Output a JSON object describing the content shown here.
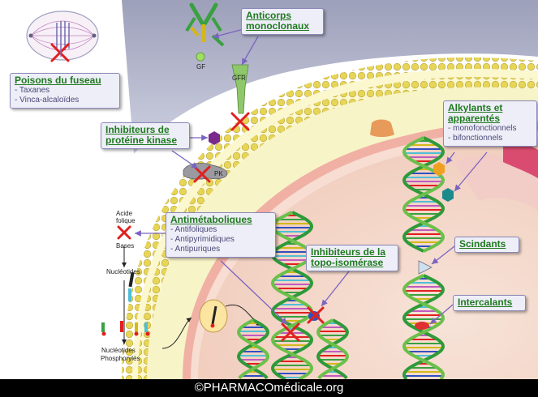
{
  "boxes": {
    "fuseau": {
      "title": "Poisons du fuseau",
      "items": [
        "- Taxanes",
        "- Vinca-alcaloïdes"
      ]
    },
    "anticorps": {
      "title_line1": "Anticorps",
      "title_line2": "monoclonaux"
    },
    "kinase": {
      "title_line1": "Inhibiteurs de",
      "title_line2": "protéine kinase"
    },
    "alkylants": {
      "title_line1": "Alkylants et",
      "title_line2": "apparentés",
      "items": [
        "- monofonctionnels",
        "- bifonctionnels"
      ]
    },
    "antimetab": {
      "title": "Antimétaboliques",
      "items": [
        "- Antifoliques",
        "- Antipyrimidiques",
        "- Antipuriques"
      ]
    },
    "topo": {
      "title_line1": "Inhibiteurs de la",
      "title_line2": "topo-isomérase"
    },
    "scindants": {
      "title": "Scindants"
    },
    "intercalants": {
      "title": "Intercalants"
    }
  },
  "labels": {
    "gf": "GF",
    "gfr": "GFR",
    "pk": "PK",
    "acide": "Acide",
    "folique": "folique",
    "bases": "Bases",
    "nucleotides": "Nucléotides",
    "nucleotides_p1": "Nucléotides",
    "nucleotides_p2": "Phosphorylés"
  },
  "caption": "©PHARMACOmédicale.org",
  "colors": {
    "title_green": "#1f7a1f",
    "box_fill": "#eeeef8",
    "arrow": "#7a64c0",
    "cross": "#e02020",
    "membrane": "#e8d85a",
    "cytoplasm": "#f7f4c8",
    "nucleus": "#f4d6c8"
  }
}
